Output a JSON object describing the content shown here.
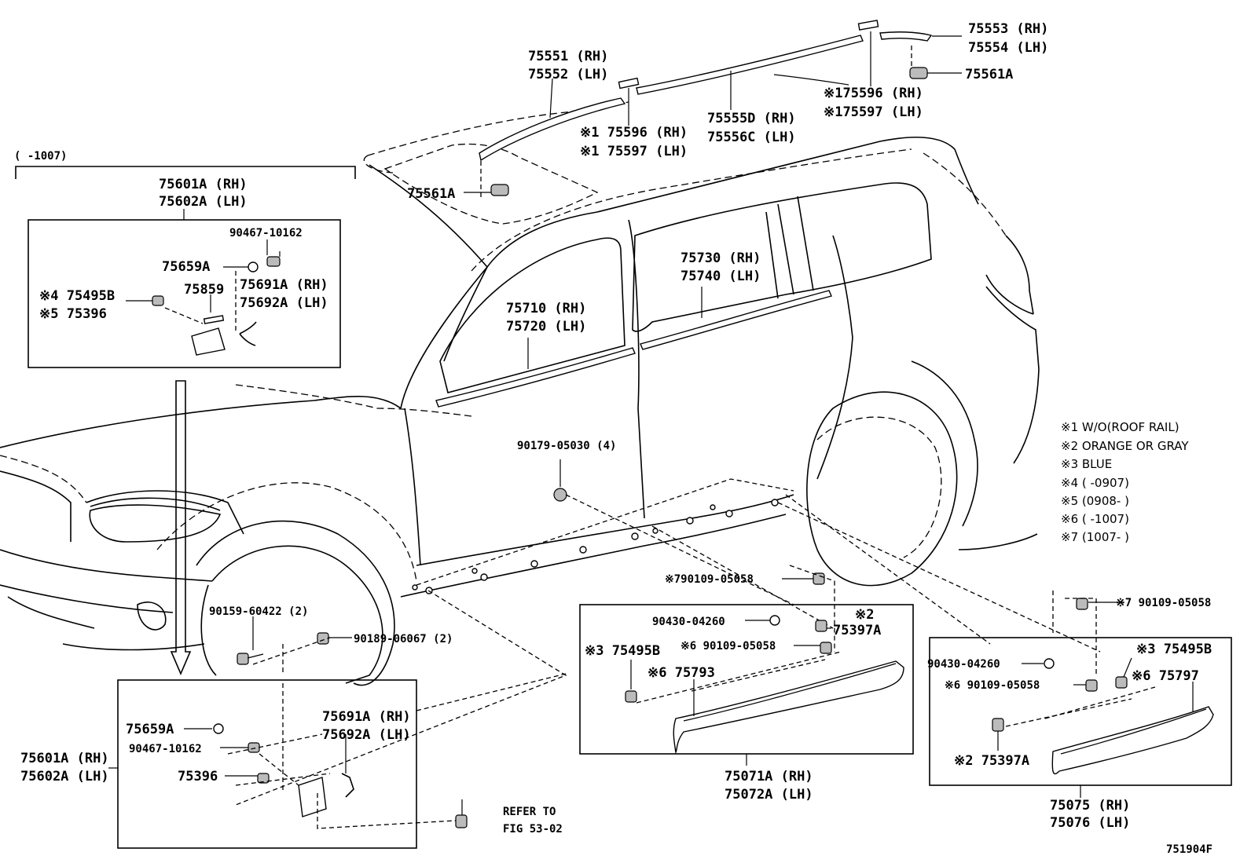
{
  "diagram": {
    "figure_id": "751904F",
    "labels": {
      "rr_roof_rail_rh": "75553 (RH)",
      "rr_roof_rail_lh": "75554 (LH)",
      "rr_clip": "75561A",
      "fr_roof_rail_rh": "75551 (RH)",
      "fr_roof_rail_lh": "75552 (LH)",
      "ctr_roof_rail_rh": "75555D (RH)",
      "ctr_roof_rail_lh": "75556C (LH)",
      "roof_tape_a_rh": "※175596 (RH)",
      "roof_tape_a_lh": "※175597 (LH)",
      "roof_tape_b_rh": "※1 75596 (RH)",
      "roof_tape_b_lh": "※1 75597 (LH)",
      "fr_clip": "75561A",
      "inset_date": "(      -1007)",
      "inset_top_rh": "75601A (RH)",
      "inset_top_lh": "75602A (LH)",
      "inset_top_90467": "90467-10162",
      "inset_top_75659": "75659A",
      "inset_top_75691": "75691A (RH)",
      "inset_top_75692": "75692A (LH)",
      "inset_top_75859": "75859",
      "inset_top_75495": "※4 75495B",
      "inset_top_75396": "※5 75396",
      "fr_door_belt_rh": "75710 (RH)",
      "fr_door_belt_lh": "75720 (LH)",
      "rr_door_belt_rh": "75730 (RH)",
      "rr_door_belt_lh": "75740 (LH)",
      "rocker_clip": "90179-05030 (4)",
      "note1": "※1 W/O(ROOF RAIL)",
      "note2": "※2 ORANGE OR GRAY",
      "note3": "※3 BLUE",
      "note4": "※4 (        -0907)",
      "note5": "※5 (0908-        )",
      "note6": "※6 (        -1007)",
      "note7": "※7 (1007-        )",
      "screw_mid": "※790109-05058",
      "screw_right": "※7 90109-05058",
      "bolt_90159": "90159-60422 (2)",
      "nut_90189": "90189-06067 (2)",
      "mid_90430": "90430-04260",
      "mid_75397": "75397A",
      "mid_note2": "※2",
      "mid_75495": "※3 75495B",
      "mid_90109": "※6 90109-05058",
      "mid_75793": "※6 75793",
      "mid_assy_rh": "75071A (RH)",
      "mid_assy_lh": "75072A (LH)",
      "rt_90430": "90430-04260",
      "rt_75495": "※3 75495B",
      "rt_90109": "※6 90109-05058",
      "rt_75797": "※6 75797",
      "rt_75397": "※2 75397A",
      "rt_assy_rh": "75075 (RH)",
      "rt_assy_lh": "75076 (LH)",
      "low_75659": "75659A",
      "low_90467": "90467-10162",
      "low_75396": "75396",
      "low_75691": "75691A (RH)",
      "low_75692": "75692A (LH)",
      "low_assy_rh": "75601A (RH)",
      "low_assy_lh": "75602A (LH)",
      "refer_1": "REFER TO",
      "refer_2": "FIG 53-02"
    }
  }
}
